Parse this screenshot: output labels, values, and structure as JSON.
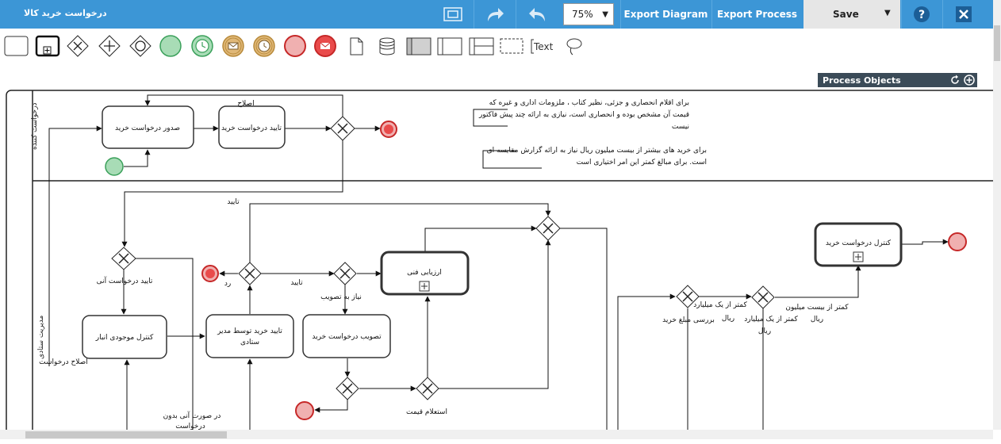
{
  "app": {
    "title": "درخواست خرید کالا",
    "zoom": "75%",
    "buttons": {
      "export_diagram": "Export Diagram",
      "export_process": "Export Process",
      "save": "Save"
    },
    "toolbar_text_tool": "Text"
  },
  "panel": {
    "title": "Process Objects"
  },
  "lanes": {
    "requester": "درخواست کننده",
    "manager": "مدیریت ستادی"
  },
  "tasks": {
    "issue_request": "صدور درخواست خرید",
    "approve_request": "تایید درخواست خرید",
    "tech_eval": "ارزیابی فنی",
    "warehouse_check": "کنترل موجودی انبار",
    "manager_approve_1": "تایید خرید توسط مدیر",
    "manager_approve_2": "ستادی",
    "ratify_request": "تصویب درخواست خرید",
    "control_request": "کنترل درخواست خرید"
  },
  "flow_labels": {
    "fix": "اصلاح",
    "approve": "تایید",
    "immediate_approve": "تایید درخواست آنی",
    "reject": "رد",
    "approve_2": "تایید",
    "needs_ratify": "نیاز به تصویب",
    "fix_request": "اصلاح درخواست",
    "price_inquiry": "استعلام قیمت",
    "if_immediate_1": "در صورت آنی بدون",
    "if_immediate_2": "درخواست",
    "check_amount": "بررسی مبلغ خرید",
    "under_billion_1": "کمتر از یک میلیارد",
    "under_billion_2": "ریال",
    "under_20m_1": "کمتر از بیست میلیون",
    "under_20m_2": "ریال",
    "under_billion_b_1": "کمتر از یک میلیارد",
    "under_billion_b_2": "ریال"
  },
  "annotations": {
    "note1": "برای اقلام انحصاری و جزئی، نظیر کتاب ، ملزومات اداری و غیره که قیمت آن مشخص بوده و انحصاری است، نیازی به ارائه چند پیش فاکتور نیست",
    "note2": "برای خرید های بیشتر از بیست میلیون ریال نیاز به ارائه گزارش مقایسه ای است. برای مبالغ کمتر این امر اختیاری است"
  },
  "colors": {
    "topbar": "#3c96d6",
    "start_fill": "#a8dcb6",
    "start_stroke": "#3aa05a",
    "end_fill": "#e94b4b",
    "end_stroke": "#c62828",
    "panel": "#3b4b58"
  }
}
